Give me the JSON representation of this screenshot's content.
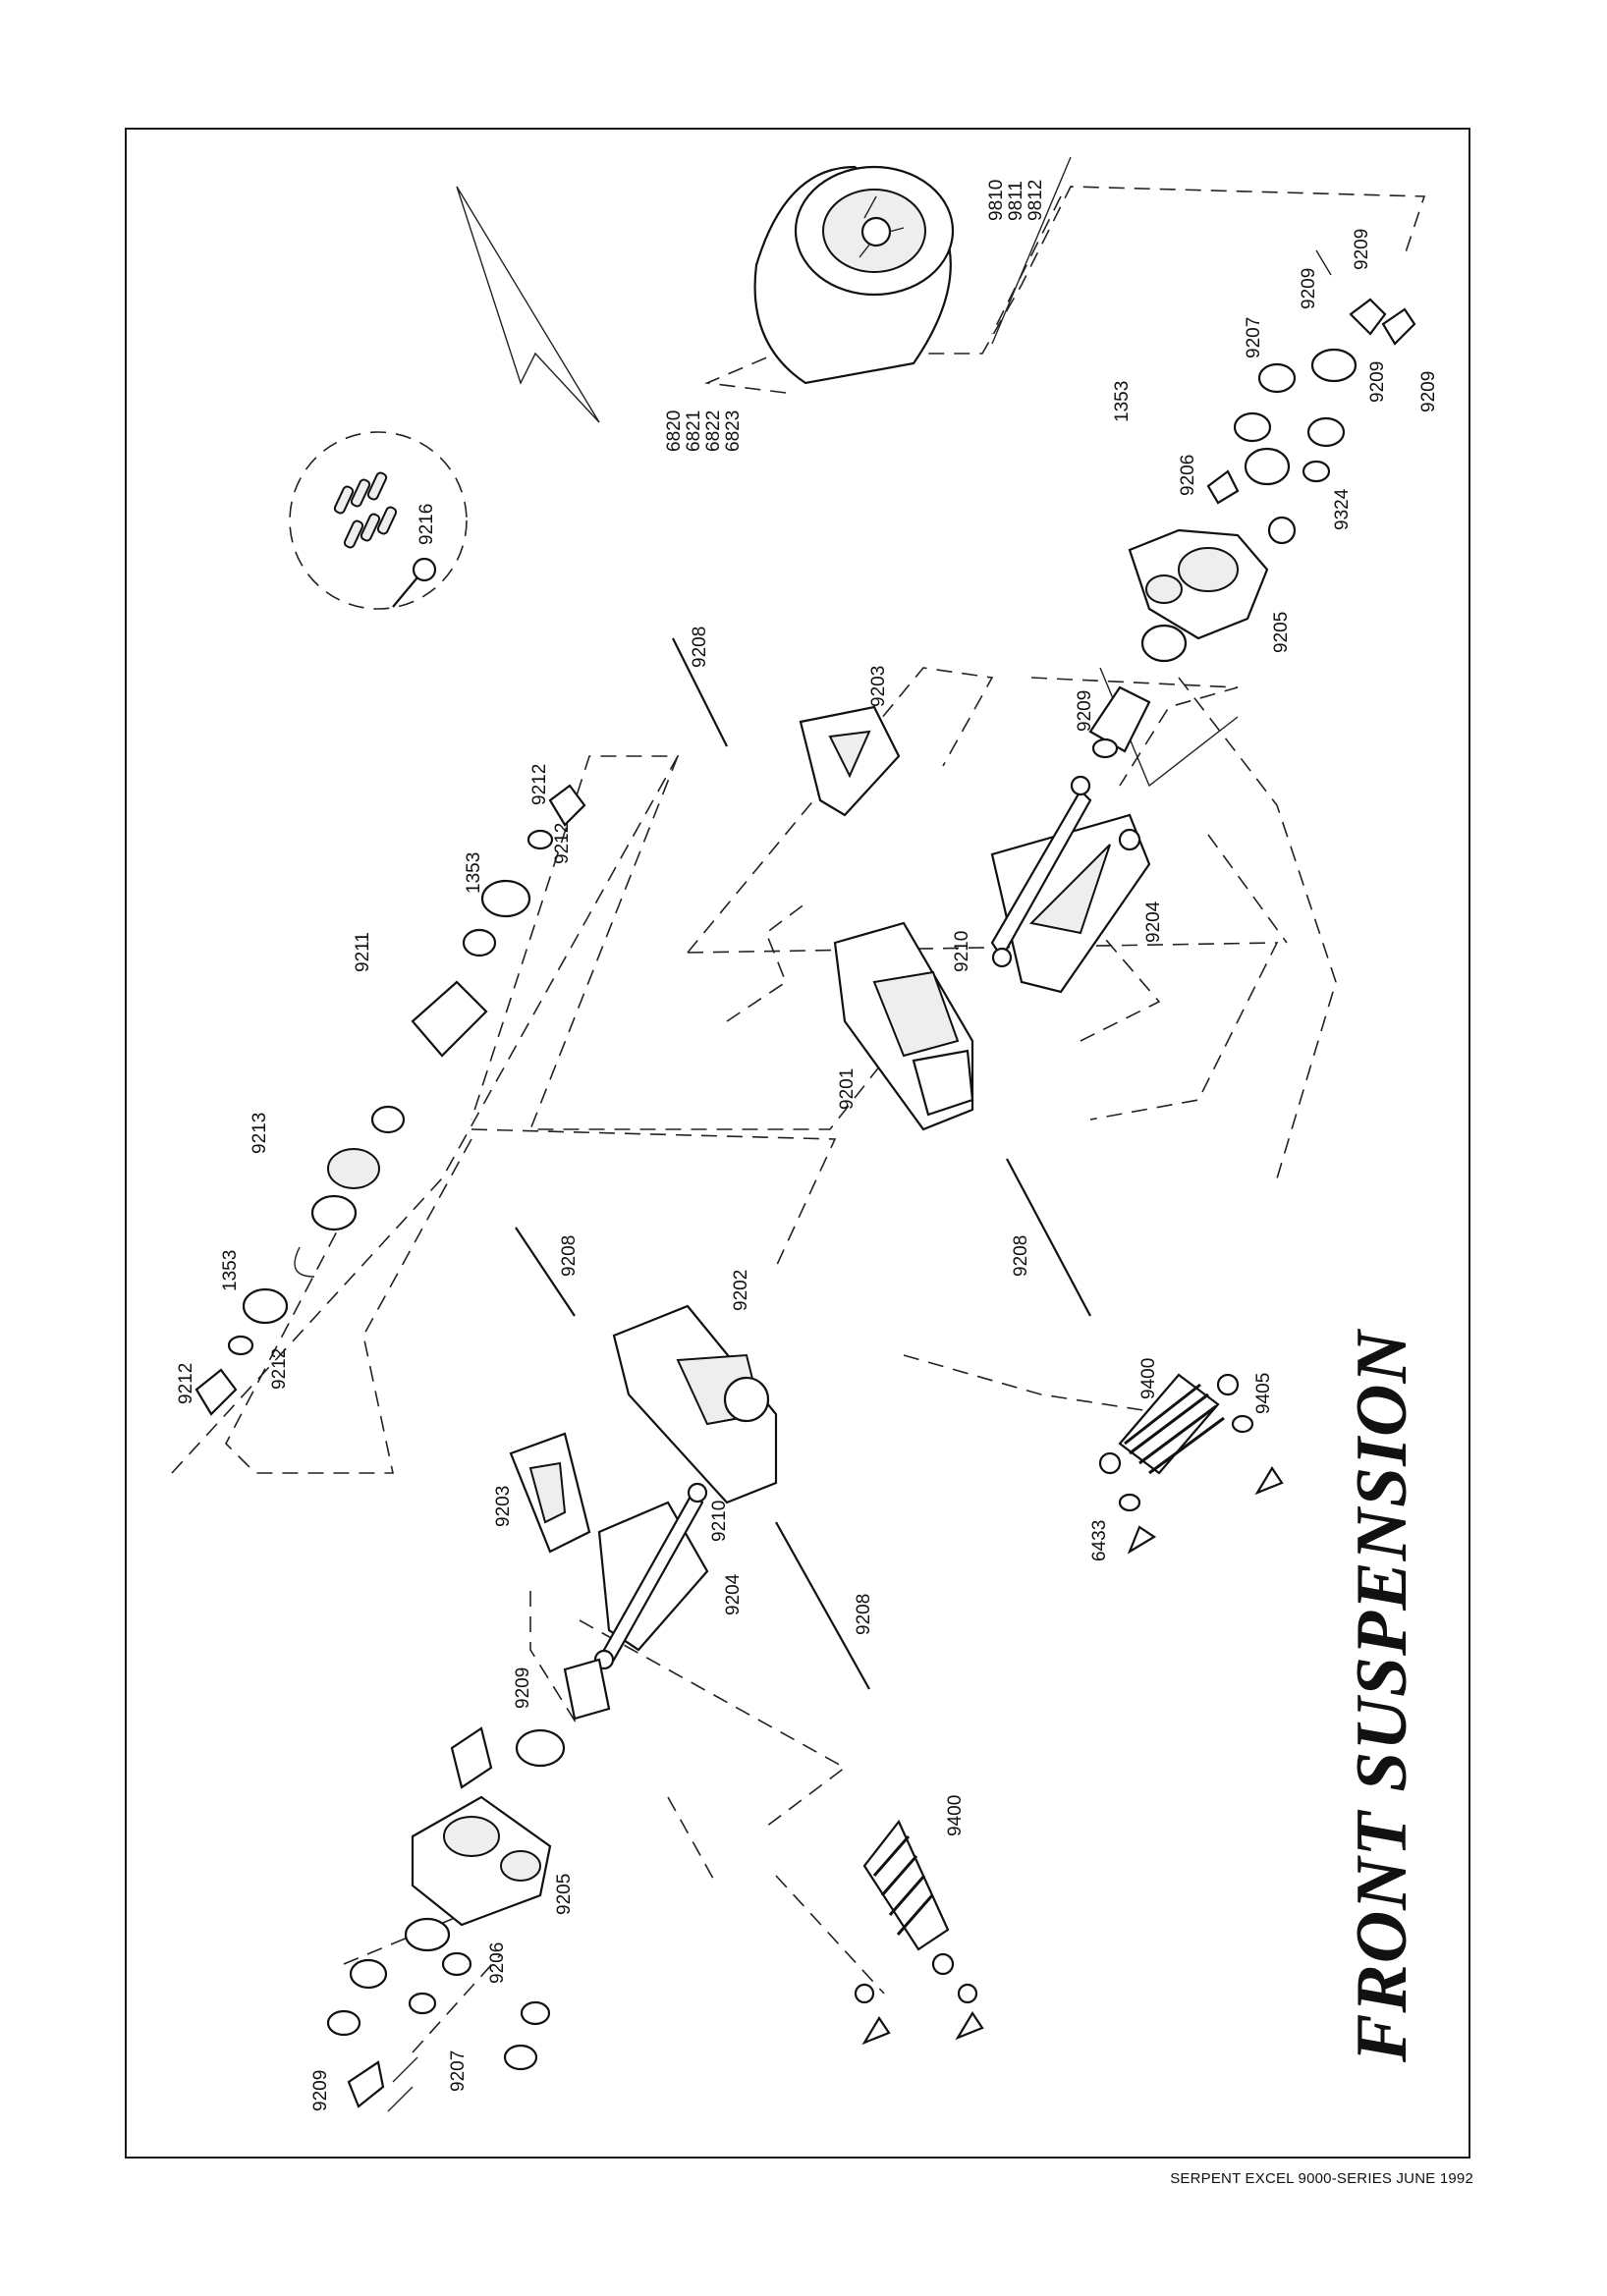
{
  "title": "FRONT SUSPENSION",
  "footer": "SERPENT EXCEL 9000-SERIES JUNE 1992",
  "labels": {
    "wheel": [
      "6820",
      "6821",
      "6822",
      "6823"
    ],
    "rim": [
      "9810",
      "9811",
      "9812"
    ],
    "upper_right": [
      "9209",
      "9209",
      "9209",
      "9209",
      "9207",
      "9206",
      "9205",
      "9324",
      "1353",
      "9209",
      "9203",
      "9208",
      "9204",
      "9210",
      "9201"
    ],
    "ball_detail": "9216",
    "axle": [
      "9212",
      "9212",
      "1353",
      "9211",
      "9213",
      "1353",
      "9212",
      "9212"
    ],
    "center": [
      "9208",
      "9202",
      "9208",
      "9400",
      "9405",
      "6433"
    ],
    "lower_left": [
      "9203",
      "9210",
      "9204",
      "9208",
      "9209",
      "9205",
      "9206",
      "9207",
      "9209",
      "9400"
    ]
  }
}
